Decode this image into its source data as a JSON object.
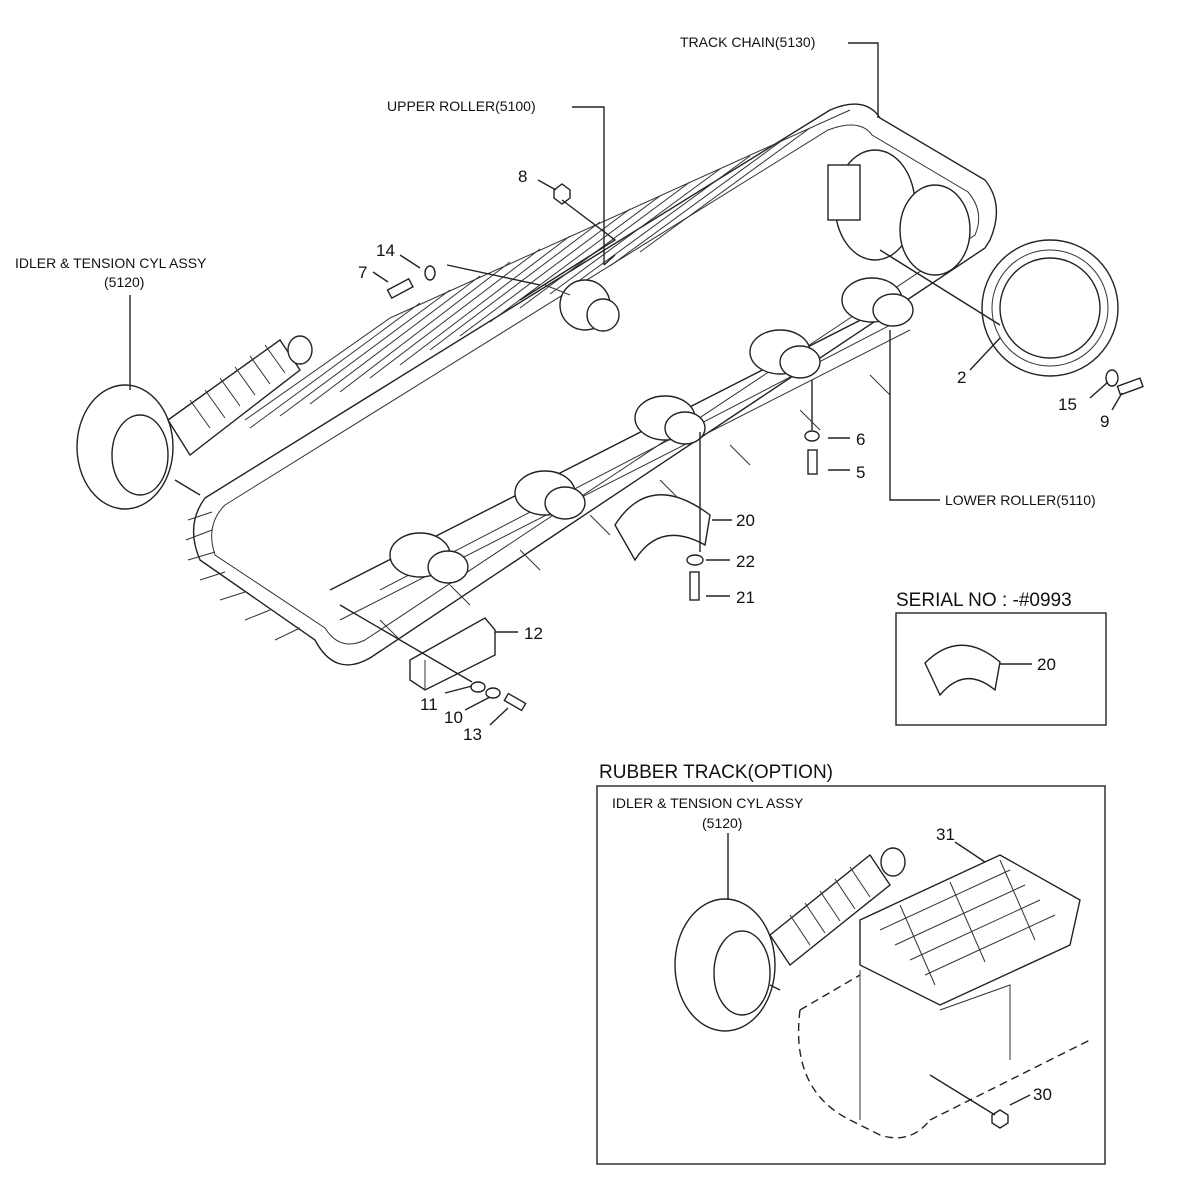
{
  "labels": {
    "track_chain": "TRACK CHAIN(5130)",
    "upper_roller": "UPPER ROLLER(5100)",
    "idler_assy": "IDLER & TENSION CYL ASSY",
    "idler_code": "(5120)",
    "lower_roller": "LOWER ROLLER(5110)",
    "serial_no": "SERIAL NO : -#0993",
    "rubber_track": "RUBBER TRACK(OPTION)",
    "rt_idler_assy": "IDLER & TENSION CYL ASSY",
    "rt_idler_code": "(5120)"
  },
  "parts": {
    "p2": "2",
    "p5": "5",
    "p6": "6",
    "p7": "7",
    "p8": "8",
    "p9": "9",
    "p10": "10",
    "p11": "11",
    "p12": "12",
    "p13": "13",
    "p14": "14",
    "p15": "15",
    "p20": "20",
    "p20b": "20",
    "p21": "21",
    "p22": "22",
    "p30": "30",
    "p31": "31"
  }
}
